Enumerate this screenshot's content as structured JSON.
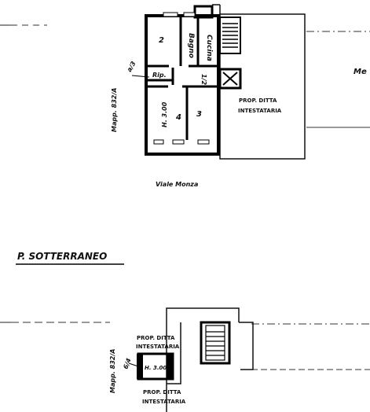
{
  "upper_floor": {
    "rooms": {
      "room_2": "2",
      "room_4": "4",
      "room_3": "3",
      "bathroom": "Bagno",
      "kitchen": "Cucina",
      "storage": "Rip.",
      "kitchen_fraction": "1/2"
    },
    "height_label": "H. 3.00",
    "parcel_label": "Mapp. 832/A",
    "fraction_label": "a/3",
    "owner_label_line1": "PROP. DITTA",
    "owner_label_line2": "INTESTATARIA",
    "street_label": "Viale Monza",
    "right_note": "Me"
  },
  "lower_floor": {
    "section_title": "P. SOTTERRANEO",
    "height_label": "H. 3.00",
    "parcel_label": "Mapp. 832/A",
    "fraction_label": "6/4",
    "owner_top_line1": "PROP. DITTA",
    "owner_top_line2": "INTESTATARIA",
    "owner_bottom_line1": "PROP. DITTA",
    "owner_bottom_line2": "INTESTATARIA"
  }
}
